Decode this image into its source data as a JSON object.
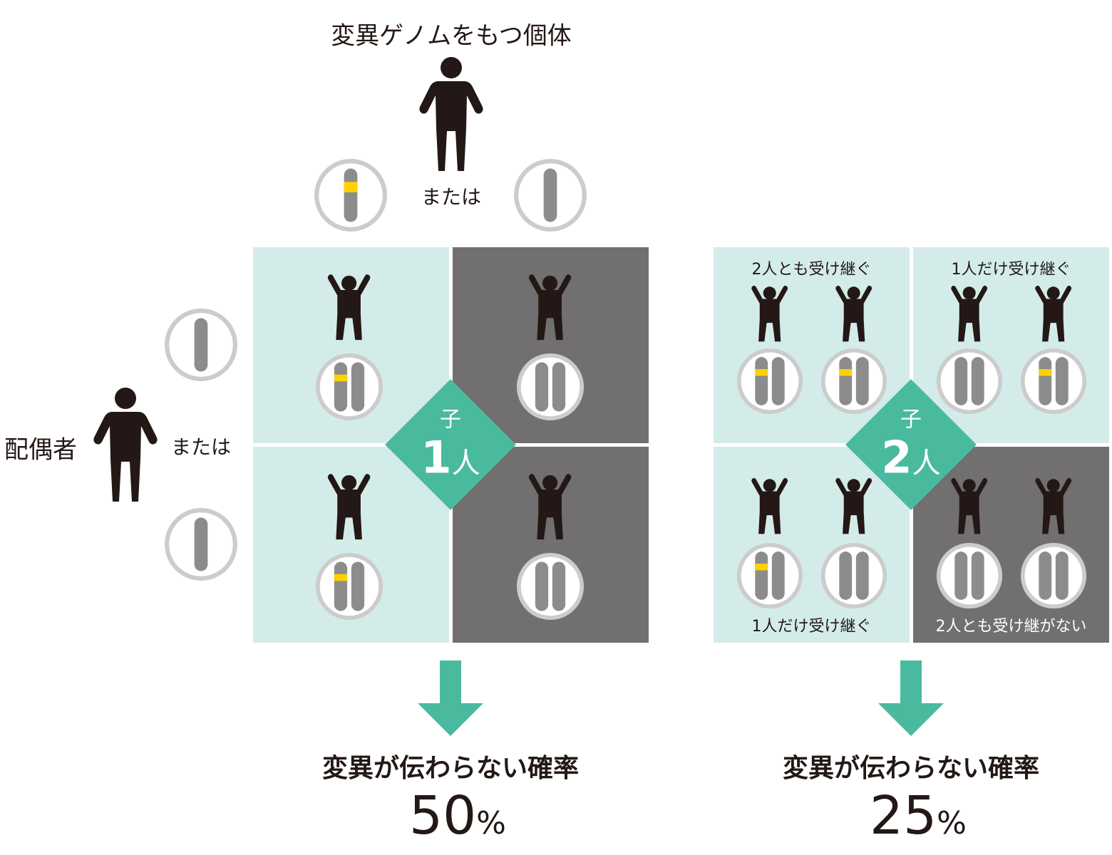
{
  "title": "変異ゲノムをもつ個体",
  "or_label": "または",
  "spouse_label": "配偶者",
  "children_badge_prefix": "子",
  "one_child": {
    "badge_number": "1",
    "badge_unit": "人",
    "cells": [
      {
        "kids": [
          "mutant"
        ],
        "shade": "light"
      },
      {
        "kids": [
          "normal"
        ],
        "shade": "dark"
      },
      {
        "kids": [
          "mutant"
        ],
        "shade": "light"
      },
      {
        "kids": [
          "normal"
        ],
        "shade": "dark"
      }
    ],
    "result_label": "変異が伝わらない確率",
    "result_value": "50",
    "result_unit": "%"
  },
  "two_children": {
    "badge_number": "2",
    "badge_unit": "人",
    "cells": [
      {
        "label": "2人とも受け継ぐ",
        "kids": [
          "mutant",
          "mutant"
        ],
        "shade": "light"
      },
      {
        "label": "1人だけ受け継ぐ",
        "kids": [
          "normal",
          "mutant"
        ],
        "shade": "light"
      },
      {
        "label": "1人だけ受け継ぐ",
        "kids": [
          "mutant",
          "normal"
        ],
        "shade": "light"
      },
      {
        "label": "2人とも受け継がない",
        "kids": [
          "normal",
          "normal"
        ],
        "shade": "dark"
      }
    ],
    "result_label": "変異が伝わらない確率",
    "result_value": "25",
    "result_unit": "%"
  },
  "colors": {
    "accent": "#4aba9f",
    "light_cell": "#d4ece9",
    "dark_cell": "#716f70",
    "variant": "#ffd100",
    "chromosome": "#8c8c8c",
    "ring": "#cccccc",
    "person": "#231815"
  }
}
